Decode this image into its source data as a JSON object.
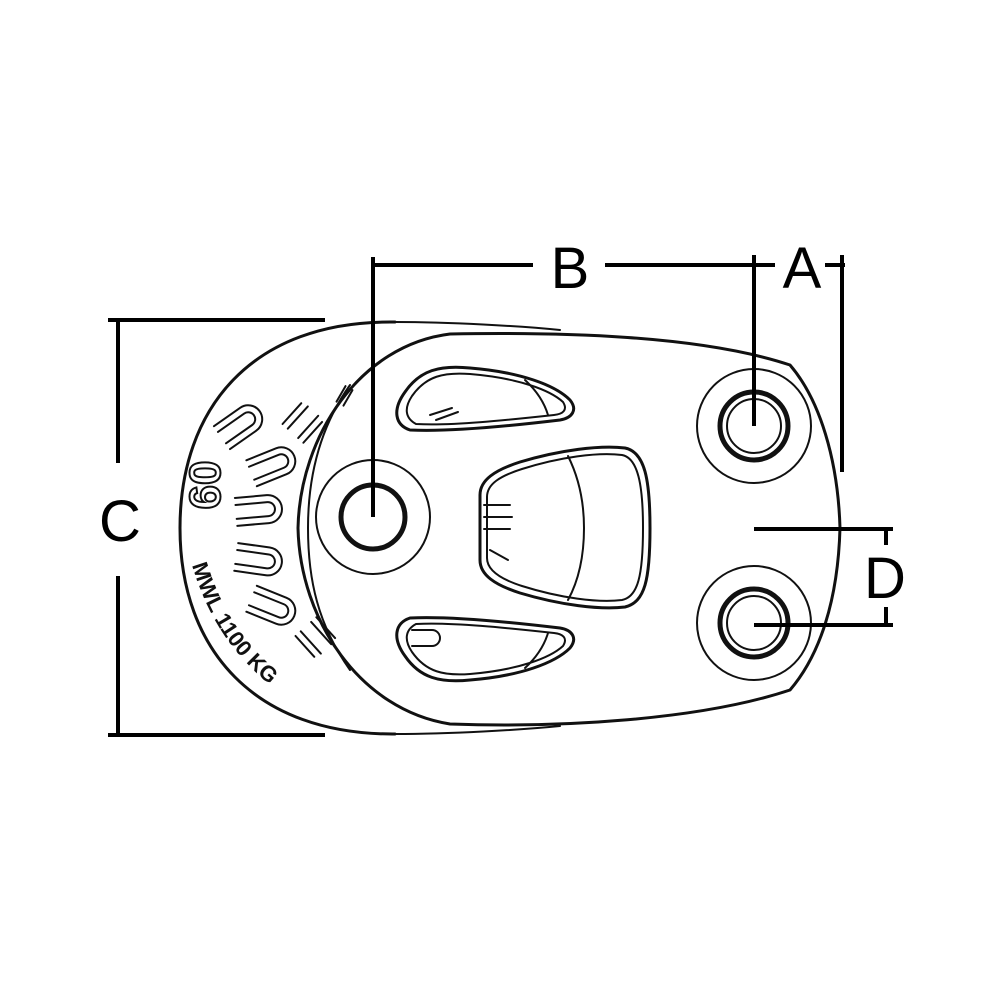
{
  "diagram": {
    "subject": "single sheave block with double-hole head attachment",
    "dimensions": {
      "a": {
        "label": "A"
      },
      "b": {
        "label": "B"
      },
      "c": {
        "label": "C"
      },
      "d": {
        "label": "D"
      }
    },
    "sheave_markings": {
      "size": "60",
      "load_rating": "MWL  1100 KG"
    },
    "colors": {
      "line": "#111111",
      "background": "#ffffff"
    }
  }
}
